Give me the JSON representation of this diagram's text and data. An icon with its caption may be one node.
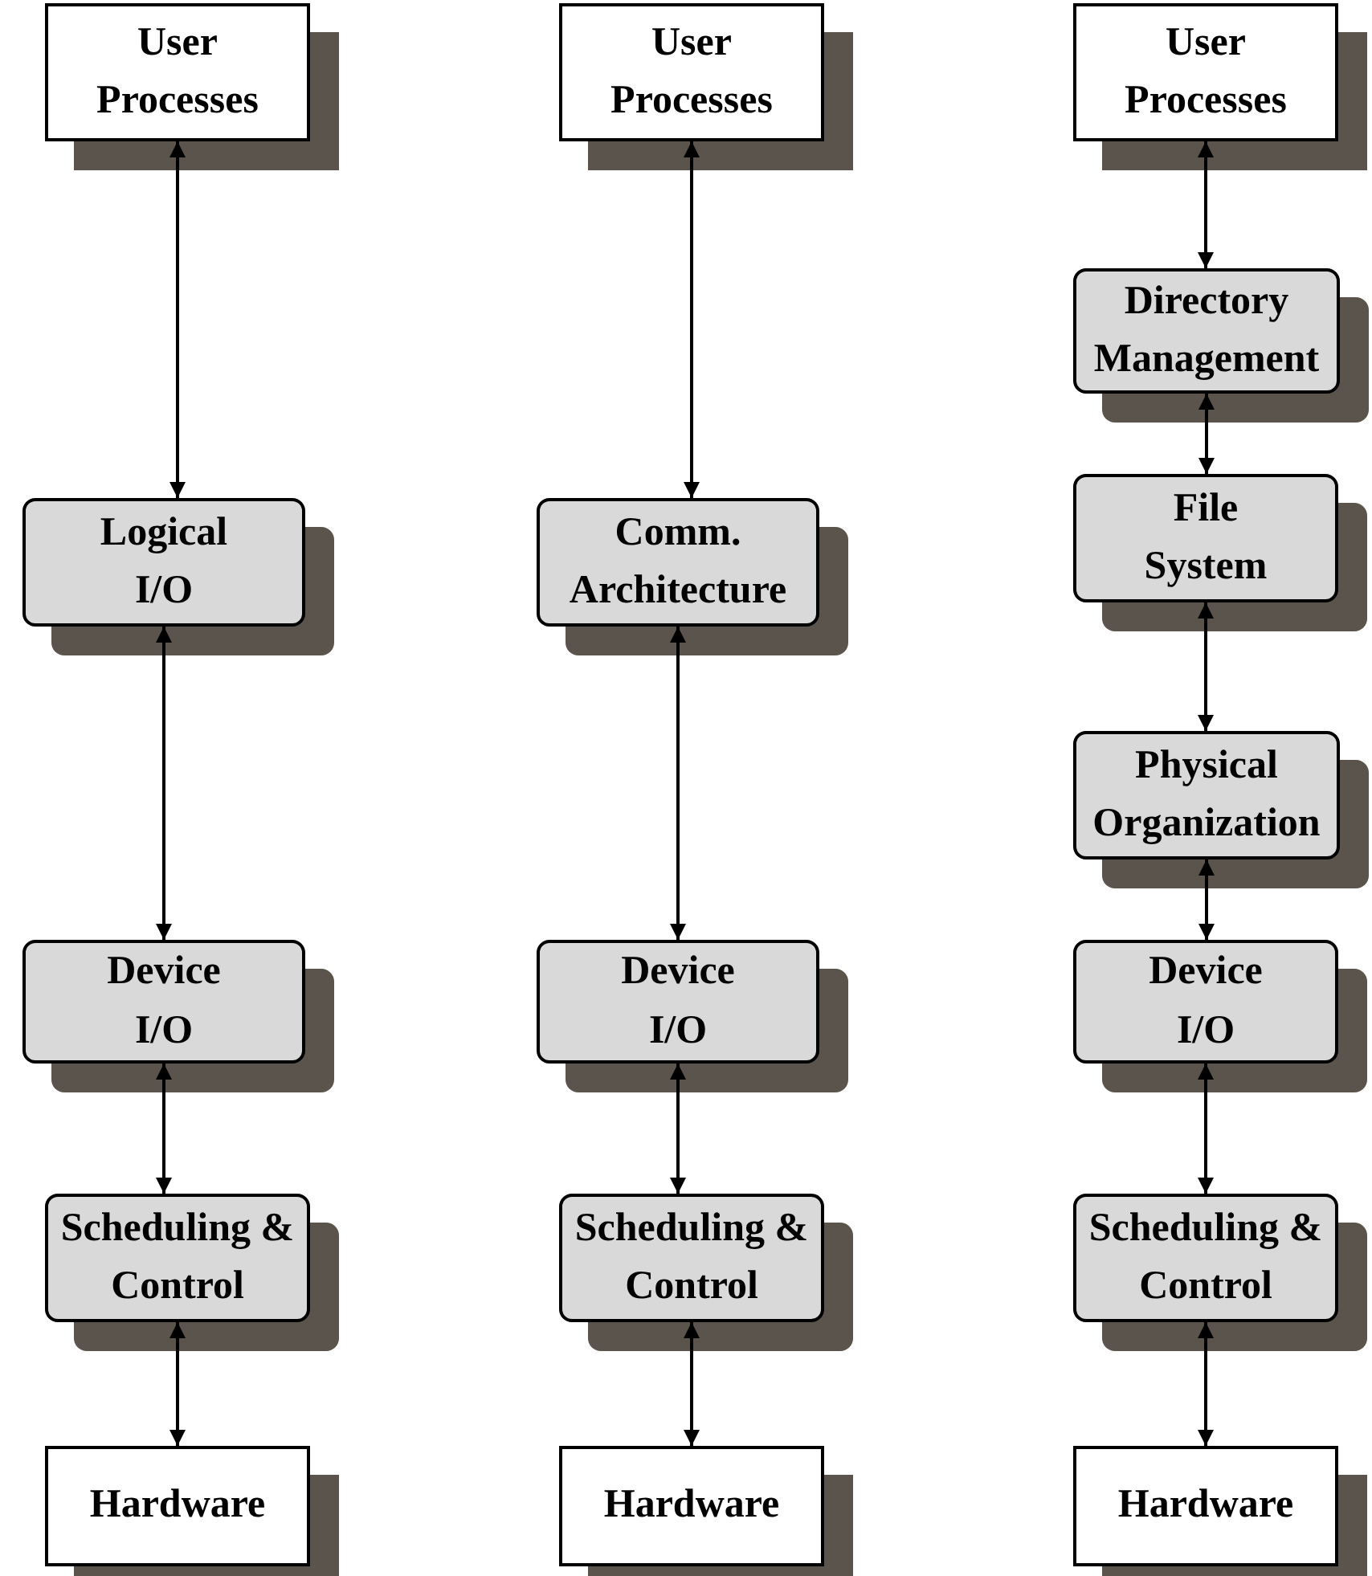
{
  "diagram": {
    "nodes": [
      {
        "text": [
          "User Processes"
        ]
      },
      {
        "text": [
          "Logical I/O"
        ]
      },
      {
        "text": [
          "Device I/O"
        ]
      },
      {
        "text": [
          "Scheduling & Control"
        ]
      },
      {
        "text": [
          "Hardware"
        ]
      },
      {
        "text": [
          "User Processes"
        ]
      },
      {
        "text": [
          "Comm. Architecture"
        ]
      },
      {
        "text": [
          "Device I/O"
        ]
      },
      {
        "text": [
          "Scheduling & Control"
        ]
      },
      {
        "text": [
          "Hardware"
        ]
      },
      {
        "text": [
          "User Processes"
        ]
      },
      {
        "text": [
          "Directory Management"
        ]
      },
      {
        "text": [
          "File System"
        ]
      },
      {
        "text": [
          "Physical Organization"
        ]
      },
      {
        "text": [
          "Device I/O"
        ]
      },
      {
        "text": [
          "Scheduling & Control"
        ]
      },
      {
        "text": [
          "Hardware"
        ]
      }
    ],
    "edges": [
      {
        "from": 0,
        "to": 1,
        "arrow": "both"
      },
      {
        "from": 1,
        "to": 2,
        "arrow": "both"
      },
      {
        "from": 2,
        "to": 3,
        "arrow": "both"
      },
      {
        "from": 3,
        "to": 4,
        "arrow": "both"
      },
      {
        "from": 5,
        "to": 6,
        "arrow": "both"
      },
      {
        "from": 6,
        "to": 7,
        "arrow": "both"
      },
      {
        "from": 7,
        "to": 8,
        "arrow": "both"
      },
      {
        "from": 8,
        "to": 9,
        "arrow": "both"
      },
      {
        "from": 10,
        "to": 11,
        "arrow": "both"
      },
      {
        "from": 11,
        "to": 12,
        "arrow": "both"
      },
      {
        "from": 12,
        "to": 13,
        "arrow": "both"
      },
      {
        "from": 13,
        "to": 14,
        "arrow": "both"
      },
      {
        "from": 14,
        "to": 15,
        "arrow": "both"
      },
      {
        "from": 15,
        "to": 16,
        "arrow": "both"
      }
    ]
  }
}
